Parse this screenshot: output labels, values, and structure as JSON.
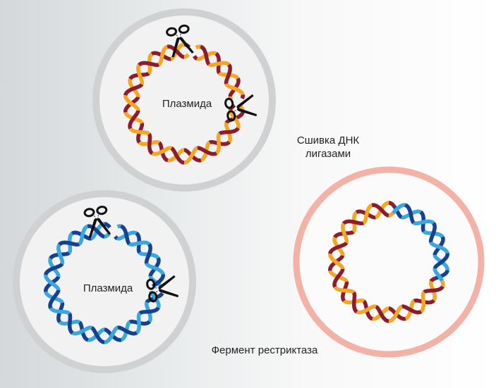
{
  "labels": {
    "plasmid_top": "Плазмида",
    "plasmid_bottom": "Плазмида",
    "ligation_line1": "Сшивка ДНК",
    "ligation_line2": "лигазами",
    "restriction": "Фермент рестриктаза"
  },
  "colors": {
    "cell_ring_gray": "#cfd1d2",
    "cell_fill_gray": "#f2f2f2",
    "cell_ring_pink": "#f4b2a7",
    "cell_fill_pink": "#fbfbfb",
    "dna_orange": "#f5a623",
    "dna_dark_red": "#8c1d2e",
    "dna_light_blue": "#3aa8df",
    "dna_dark_blue": "#16418e",
    "scissors": "#111111"
  },
  "icons": {
    "scissors": "scissors-icon"
  }
}
